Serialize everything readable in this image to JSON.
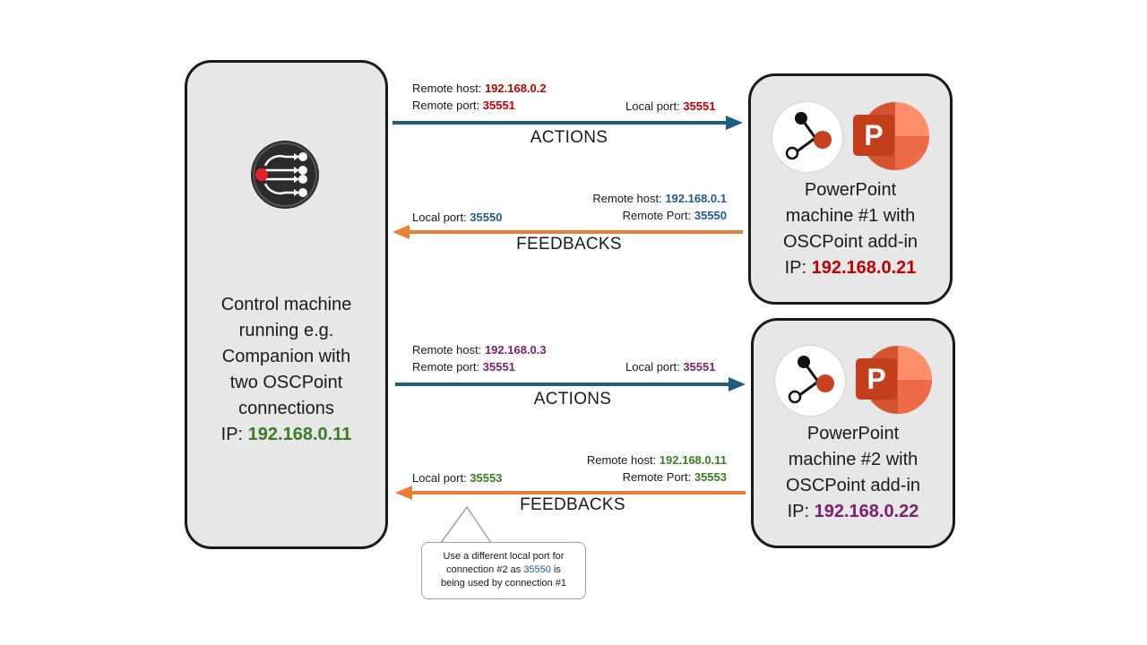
{
  "control": {
    "line1": "Control machine",
    "line2": "running e.g.",
    "line3": "Companion with",
    "line4": "two OSCPoint",
    "line5": "connections",
    "ip_label": "IP: ",
    "ip": "192.168.0.11"
  },
  "ppt1": {
    "line1": "PowerPoint",
    "line2": "machine #1 with",
    "line3": "OSCPoint add-in",
    "ip_label": "IP: ",
    "ip": "192.168.0.21"
  },
  "ppt2": {
    "line1": "PowerPoint",
    "line2": "machine #2 with",
    "line3": "OSCPoint add-in",
    "ip_label": "IP: ",
    "ip": "192.168.0.22"
  },
  "conn1": {
    "actions": {
      "remote_host_label": "Remote host: ",
      "remote_host": "192.168.0.2",
      "remote_port_label": "Remote port: ",
      "remote_port": "35551",
      "local_port_label": "Local port: ",
      "local_port": "35551",
      "caption": "ACTIONS"
    },
    "feedbacks": {
      "remote_host_label": "Remote host: ",
      "remote_host": "192.168.0.1",
      "remote_port_label": "Remote Port: ",
      "remote_port": "35550",
      "local_port_label": "Local port: ",
      "local_port": "35550",
      "caption": "FEEDBACKS"
    }
  },
  "conn2": {
    "actions": {
      "remote_host_label": "Remote host: ",
      "remote_host": "192.168.0.3",
      "remote_port_label": "Remote port: ",
      "remote_port": "35551",
      "local_port_label": "Local port: ",
      "local_port": "35551",
      "caption": "ACTIONS"
    },
    "feedbacks": {
      "remote_host_label": "Remote host: ",
      "remote_host": "192.168.0.11",
      "remote_port_label": "Remote Port: ",
      "remote_port": "35553",
      "local_port_label": "Local port: ",
      "local_port": "35553",
      "caption": "FEEDBACKS"
    }
  },
  "callout": {
    "line1": "Use a different local port for",
    "line2a": "connection #2  as ",
    "line2b": "35550",
    "line2c": " is",
    "line3": "being used by connection #1"
  },
  "icons": {
    "control": "companion-hub-icon",
    "osc": "oscpoint-node-icon",
    "ppt": "powerpoint-icon"
  },
  "colors": {
    "red": "#c00000",
    "blue": "#1f5c8b",
    "purple": "#7b1f6e",
    "green": "#3a7d22",
    "action_arrow": "#1f5c80",
    "feedback_arrow": "#ed7d31",
    "ppt_orange": "#d04423"
  }
}
